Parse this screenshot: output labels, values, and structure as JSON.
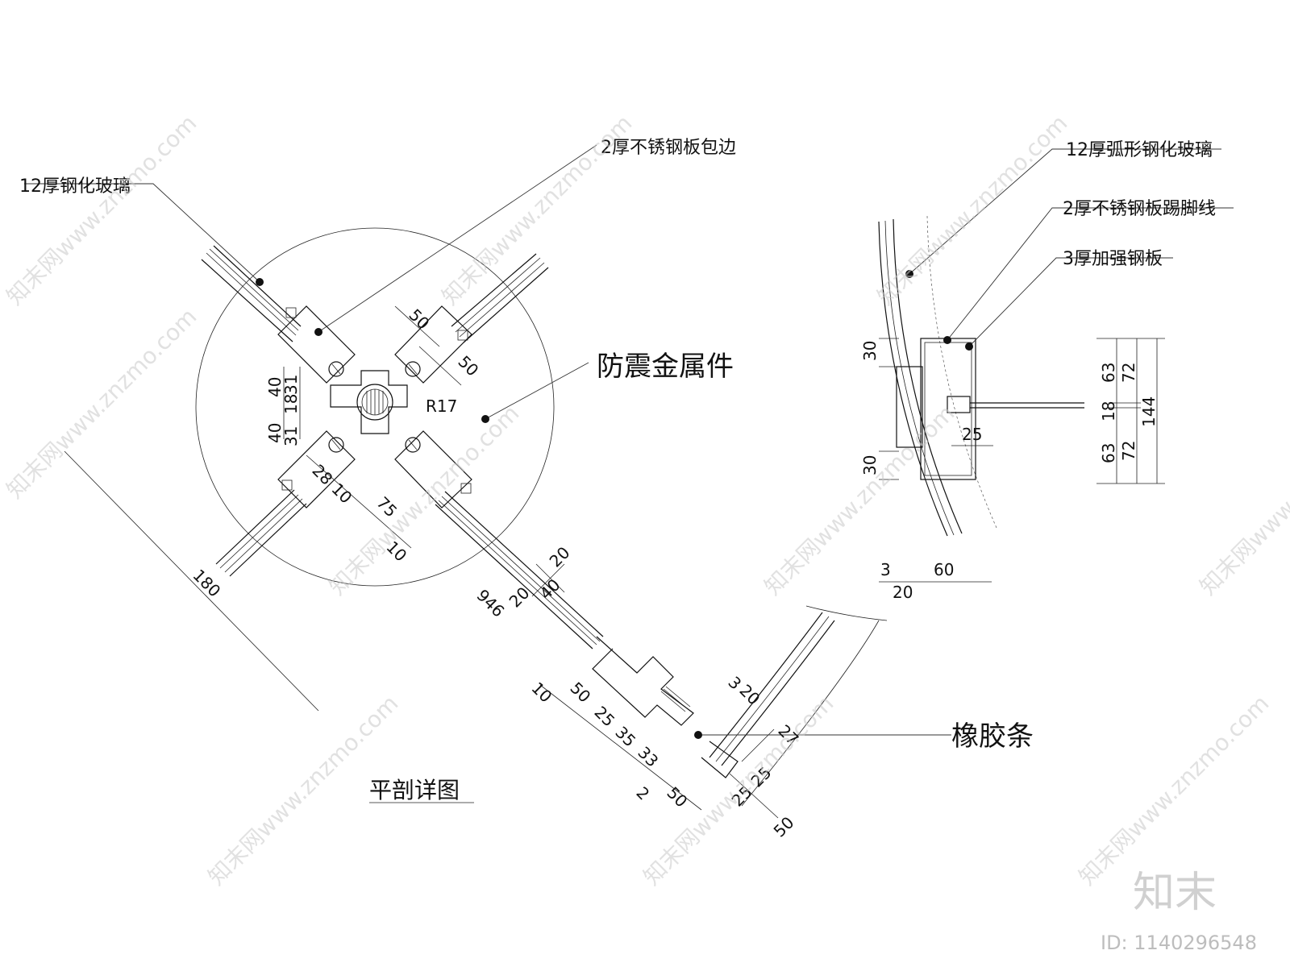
{
  "labels": {
    "tempered_glass_12": "12厚钢化玻璃",
    "stainless_edge_2": "2厚不锈钢板包边",
    "seismic_hardware": "防震金属件",
    "radius": "R17",
    "curved_glass_12": "12厚弧形钢化玻璃",
    "stainless_skirting_2": "2厚不锈钢板踢脚线",
    "reinforce_plate_3": "3厚加强钢板",
    "rubber_strip": "橡胶条",
    "section_title": "平剖详图"
  },
  "dims": {
    "d_50a": "50",
    "d_50b": "50",
    "d_40a": "40",
    "d_31a": "31",
    "d_18a": "18",
    "d_40b": "40",
    "d_31b": "31",
    "d_28": "28",
    "d_10a": "10",
    "d_75": "75",
    "d_10b": "10",
    "d_180": "180",
    "d_946": "946",
    "d_20a": "20",
    "d_40c": "40",
    "d_20b": "20",
    "d_10c": "10",
    "d_50c": "50",
    "d_25a": "25",
    "d_35": "35",
    "d_33": "33",
    "d_2": "2",
    "d_50d": "50",
    "d_3a": "3",
    "d_20c": "20",
    "d_27": "27",
    "d_25b": "25",
    "d_25c": "25",
    "d_50e": "50",
    "d_30a": "30",
    "d_30b": "30",
    "d_25d": "25",
    "d_3b": "3",
    "d_60": "60",
    "d_20d": "20",
    "d_63a": "63",
    "d_72a": "72",
    "d_18b": "18",
    "d_144": "144",
    "d_63b": "63",
    "d_72b": "72"
  },
  "watermark": {
    "text": "知末网www.znzmo.com",
    "logo": "知末",
    "id": "ID: 1140296548"
  }
}
